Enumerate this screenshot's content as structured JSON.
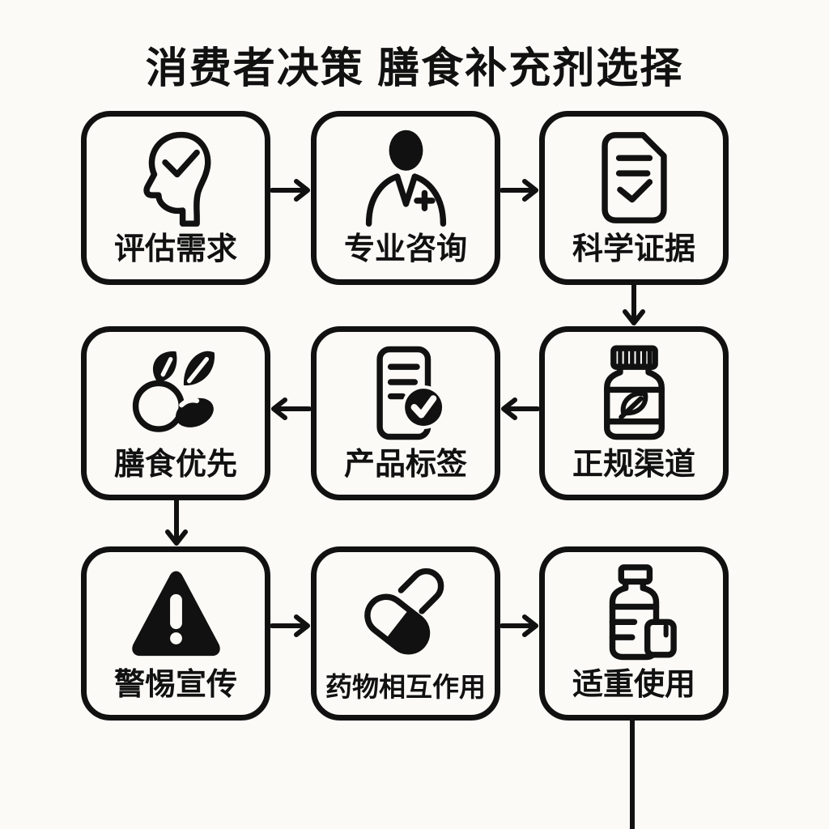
{
  "title": "消费者决策 膳食补充剂选择",
  "colors": {
    "ink": "#111111",
    "background": "#fbfaf7"
  },
  "nodes": [
    {
      "label": "评估需求",
      "icon": "head-check-icon"
    },
    {
      "label": "专业咨询",
      "icon": "doctor-icon"
    },
    {
      "label": "科学证据",
      "icon": "document-check-icon"
    },
    {
      "label": "膳食优先",
      "icon": "fruits-icon"
    },
    {
      "label": "产品标签",
      "icon": "label-check-icon"
    },
    {
      "label": "正规渠道",
      "icon": "supplement-bottle-icon"
    },
    {
      "label": "警惕宣传",
      "icon": "warning-triangle-icon"
    },
    {
      "label": "药物相互作用",
      "icon": "capsules-icon"
    },
    {
      "label": "适重使用",
      "icon": "dose-bottle-icon"
    }
  ],
  "flow": [
    {
      "from": "评估需求",
      "to": "专业咨询",
      "direction": "right"
    },
    {
      "from": "专业咨询",
      "to": "科学证据",
      "direction": "right"
    },
    {
      "from": "科学证据",
      "to": "正规渠道",
      "direction": "down"
    },
    {
      "from": "正规渠道",
      "to": "产品标签",
      "direction": "left"
    },
    {
      "from": "产品标签",
      "to": "膳食优先",
      "direction": "left"
    },
    {
      "from": "膳食优先",
      "to": "警惕宣传",
      "direction": "down"
    },
    {
      "from": "警惕宣传",
      "to": "药物相互作用",
      "direction": "right"
    },
    {
      "from": "药物相互作用",
      "to": "适重使用",
      "direction": "right"
    },
    {
      "from": "适重使用",
      "to": "(底部延伸线)",
      "direction": "down"
    }
  ]
}
